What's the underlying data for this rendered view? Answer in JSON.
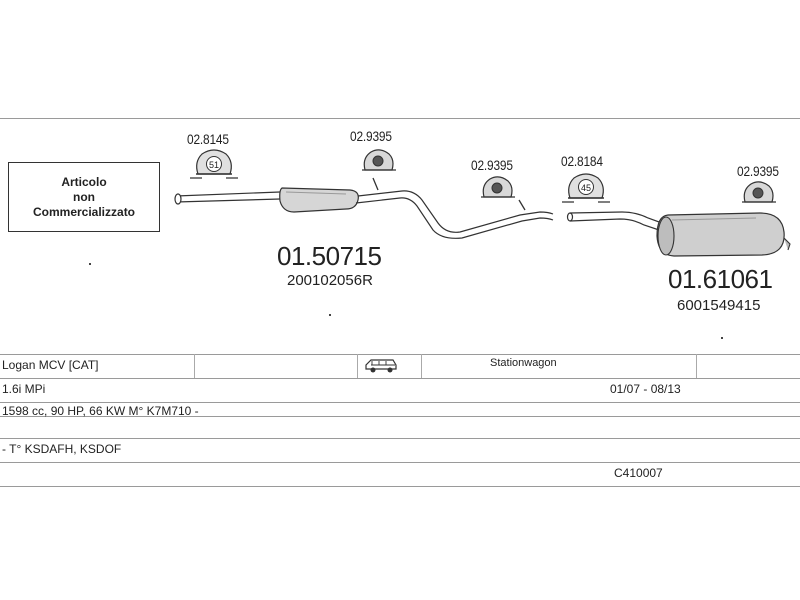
{
  "diagram": {
    "not_commercial_lines": [
      "Articolo",
      "non",
      "Commercializzato"
    ],
    "parts": [
      {
        "code": "01.50715",
        "oem": "200102056R"
      },
      {
        "code": "01.61061",
        "oem": "6001549415"
      }
    ],
    "accessories": [
      {
        "code": "02.8145",
        "badge": "51"
      },
      {
        "code": "02.9395",
        "badge": ""
      },
      {
        "code": "02.9395",
        "badge": ""
      },
      {
        "code": "02.8184",
        "badge": "45"
      },
      {
        "code": "02.9395",
        "badge": ""
      }
    ]
  },
  "vehicle": {
    "model": "Logan MCV  [CAT]",
    "body_icon": "station-wagon-car-icon",
    "body_type": "Stationwagon",
    "engine": "1.6i MPi",
    "period": "01/07 - 08/13",
    "specs": "1598 cc, 90 HP, 66 KW M° K7M710 -",
    "notes": "- T° KSDAFH, KSDOF",
    "catalog_code": "C410007"
  }
}
